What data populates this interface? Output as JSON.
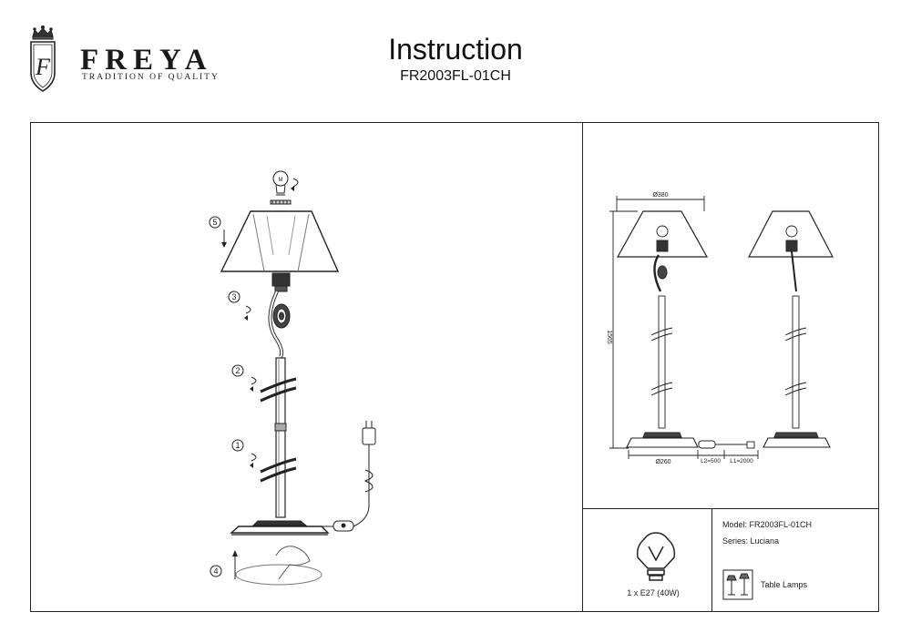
{
  "brand": {
    "name": "FREYA",
    "tagline": "TRADITION OF QUALITY",
    "monogram": "F"
  },
  "header": {
    "title": "Instruction",
    "model_code": "FR2003FL-01CH"
  },
  "steps": {
    "s1": "1",
    "s2": "2",
    "s3": "3",
    "s4": "4",
    "s5": "5"
  },
  "dimensions": {
    "shade_diameter": "Ø380",
    "height": "1565",
    "base_diameter": "Ø260",
    "cord_l2": "L2=500",
    "cord_l1": "L1=2000"
  },
  "spec": {
    "bulb": "1 x E27 (40W)",
    "model": "Model: FR2003FL-01CH",
    "series": "Series: Luciana",
    "category": "Table Lamps"
  },
  "icons": {
    "logo": "crown-shield-logo",
    "bulb": "light-bulb-icon",
    "category": "table-lamps-icon"
  }
}
